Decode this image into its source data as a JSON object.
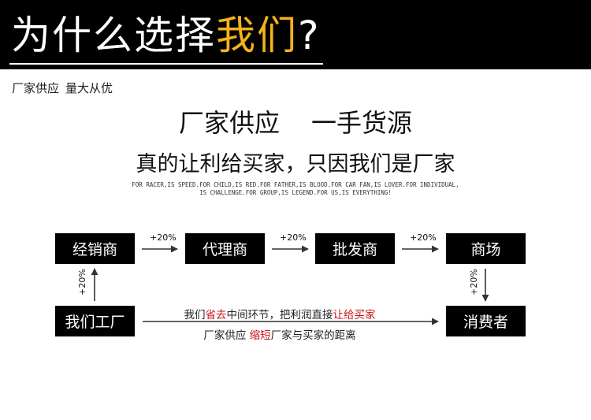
{
  "header": {
    "title_plain": "为什么选择",
    "title_highlight": "我们",
    "title_mark": "?"
  },
  "sub_caption": {
    "left": "厂家供应",
    "right": "量大从优"
  },
  "headline": {
    "line1_left": "厂家供应",
    "line1_right": "一手货源",
    "line2": "真的让利给买家，只因我们是厂家"
  },
  "slogan": {
    "line1": "FOR RACER,IS SPEED.FOR CHILD,IS RED.FOR FATHER,IS BLOOD.FOR CAR FAN,IS LOVER.FOR INDIVIDUAL,",
    "line2": "IS CHALLENGE.FOR GROUP,IS LEGEND.FOR US,IS EVERYTHING!"
  },
  "flow": {
    "boxes": {
      "distributor": "经销商",
      "agent": "代理商",
      "wholesaler": "批发商",
      "mall": "商场",
      "factory": "我们工厂",
      "consumer": "消费者"
    },
    "markups": {
      "distributor_to_agent": "+20%",
      "agent_to_wholesaler": "+20%",
      "wholesaler_to_mall": "+20%",
      "factory_to_distributor": "+20%",
      "mall_to_consumer": "+20%"
    },
    "note1": {
      "part1": "我们",
      "part2_red": "省去",
      "part3": "中间环节，把利润直接",
      "part4_red": "让给买家"
    },
    "note2": {
      "part1": "厂家供应 ",
      "part2_red": "缩短",
      "part3": "厂家与买家的距离"
    }
  },
  "colors": {
    "header_bg": "#000000",
    "header_highlight": "#f5b21a",
    "box_bg": "#000000",
    "note_red": "#c8161d"
  }
}
